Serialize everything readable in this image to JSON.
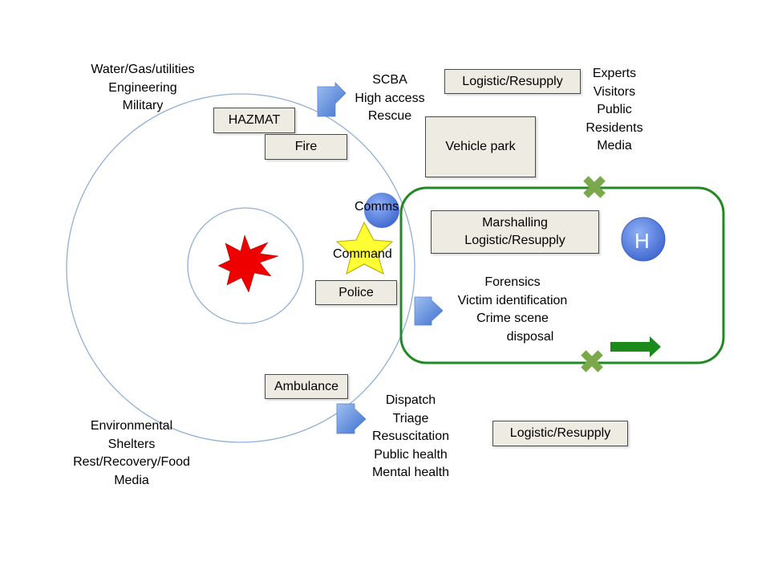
{
  "colors": {
    "ring_stroke": "#8fb0d6",
    "zone_stroke": "#228822",
    "box_fill": "#eeebe3",
    "box_border": "#4a4a4a",
    "blast_fill": "#ee0000",
    "star_fill": "#ffff33",
    "comms_fill": "#5b82e0",
    "cross_fill": "#7aa84a",
    "arrow_fill": "#1a8a1a"
  },
  "icons": {
    "incident": "red-starburst",
    "command": "yellow-star",
    "comms": "blue-circle",
    "helipad": "blue-circle-letter",
    "access_control": "green-x",
    "exit": "green-arrow",
    "link": "blue-arrow-callout"
  },
  "lists": {
    "utilities": [
      "Water/Gas/utilities",
      "Engineering",
      "Military"
    ],
    "scba": [
      "SCBA",
      "High access",
      "Rescue"
    ],
    "experts": [
      "Experts",
      "Visitors",
      "Public",
      "Residents",
      "Media"
    ],
    "forensics": [
      "Forensics",
      "Victim identification",
      "Crime scene",
      "disposal"
    ],
    "medical": [
      "Dispatch",
      "Triage",
      "Resuscitation",
      "Public health",
      "Mental health"
    ],
    "welfare": [
      "Environmental",
      "Shelters",
      "Rest/Recovery/Food",
      "Media"
    ]
  },
  "boxes": {
    "hazmat": "HAZMAT",
    "fire": "Fire",
    "police": "Police",
    "ambulance": "Ambulance",
    "logistic_top": "Logistic/Resupply",
    "vehicle_park": "Vehicle park",
    "marshalling": [
      "Marshalling",
      "Logistic/Resupply"
    ],
    "logistic_bottom": "Logistic/Resupply"
  },
  "labels": {
    "comms": "Comms",
    "command": "Command",
    "helipad": "H"
  }
}
